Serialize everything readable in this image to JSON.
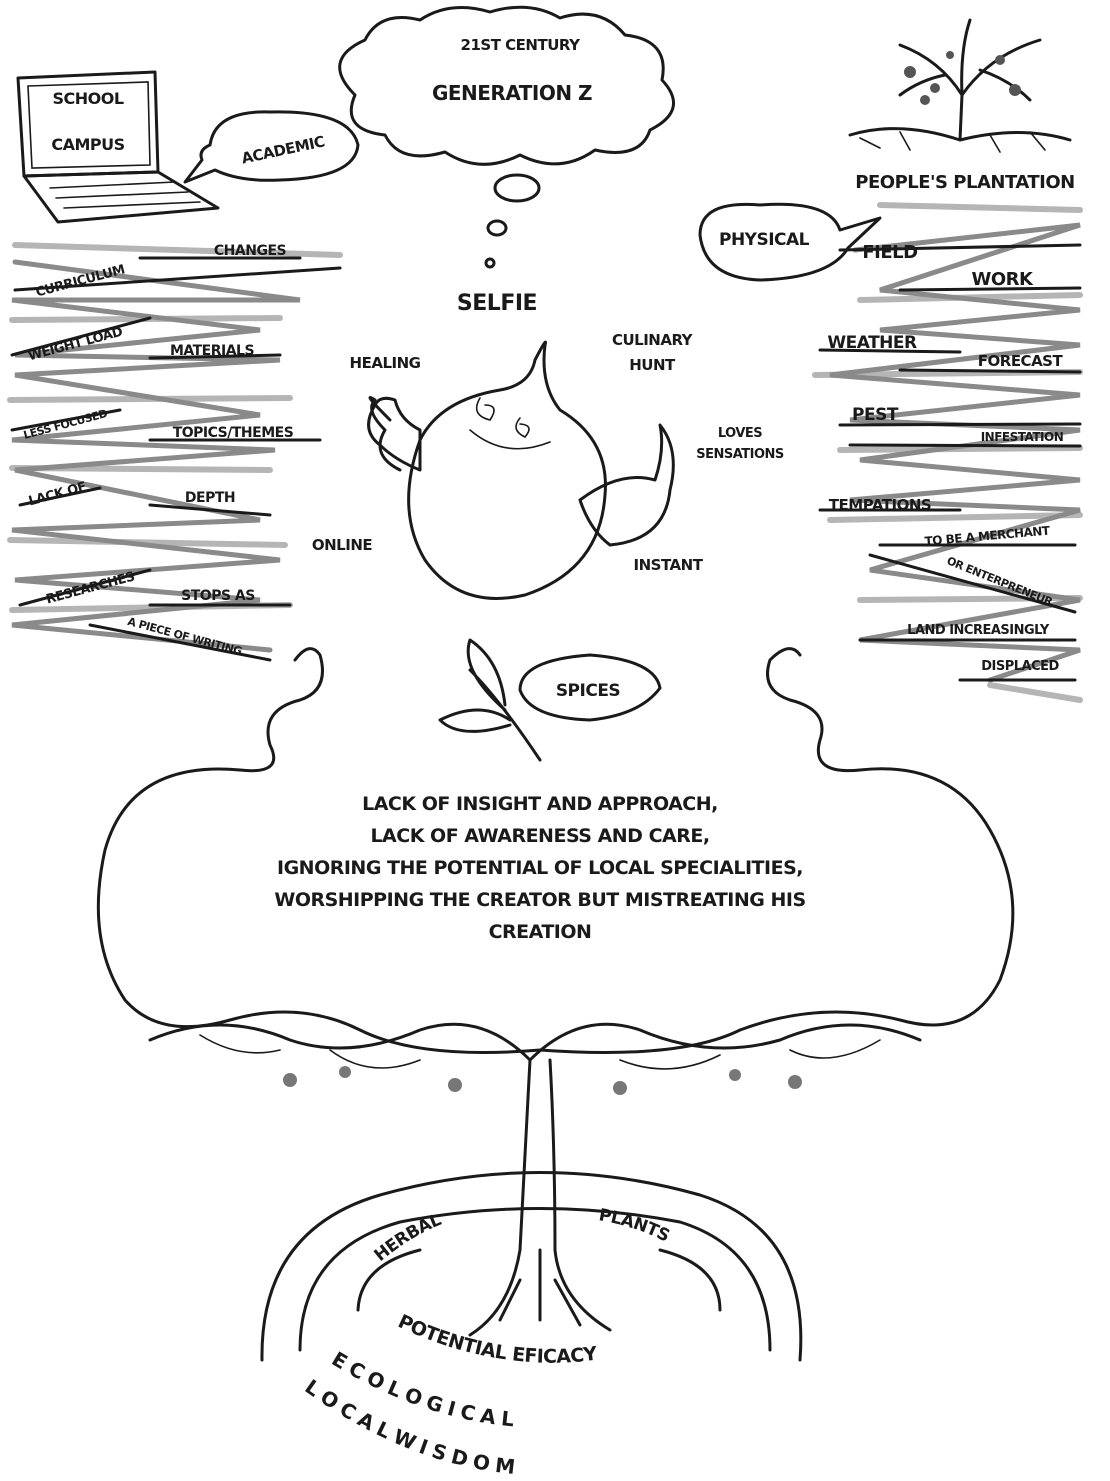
{
  "cloud": {
    "top": "21ST CENTURY",
    "main": "GENERATION Z",
    "thought": "SELFIE"
  },
  "laptop": {
    "line1": "SCHOOL",
    "line2": "CAMPUS",
    "bubble": "ACADEMIC"
  },
  "tree_top": {
    "caption": "PEOPLE'S PLANTATION",
    "bubble": "PHYSICAL"
  },
  "left_terms": [
    "CHANGES",
    "CURRICULUM",
    "WEIGHT LOAD",
    "MATERIALS",
    "LESS FOCUSED",
    "TOPICS/THEMES",
    "LACK OF",
    "DEPTH",
    "RESEARCHES",
    "STOPS AS",
    "A PIECE OF WRITING"
  ],
  "right_terms": [
    "FIELD",
    "WORK",
    "WEATHER",
    "FORECAST",
    "PEST",
    "INFESTATION",
    "TEMPATIONS",
    "TO BE A MERCHANT",
    "OR ENTERPRENEUR",
    "LAND INCREASINGLY",
    "DISPLACED"
  ],
  "character_terms": [
    "HEALING",
    "CULINARY",
    "HUNT",
    "LOVES",
    "SENSATIONS",
    "ONLINE",
    "INSTANT"
  ],
  "spices": "SPICES",
  "main_text": [
    "LACK OF INSIGHT AND APPROACH,",
    "LACK OF AWARENESS AND CARE,",
    "IGNORING THE POTENTIAL OF LOCAL SPECIALITIES,",
    "WORSHIPPING THE CREATOR BUT MISTREATING HIS",
    "CREATION"
  ],
  "roots": {
    "herbal": "HERBAL",
    "plants": "PLANTS",
    "efficacy": "POTENTIAL EFICACY",
    "ecological": "E C O L O G I C A L",
    "local_wisdom": "L O C A L   W I S D O M"
  }
}
